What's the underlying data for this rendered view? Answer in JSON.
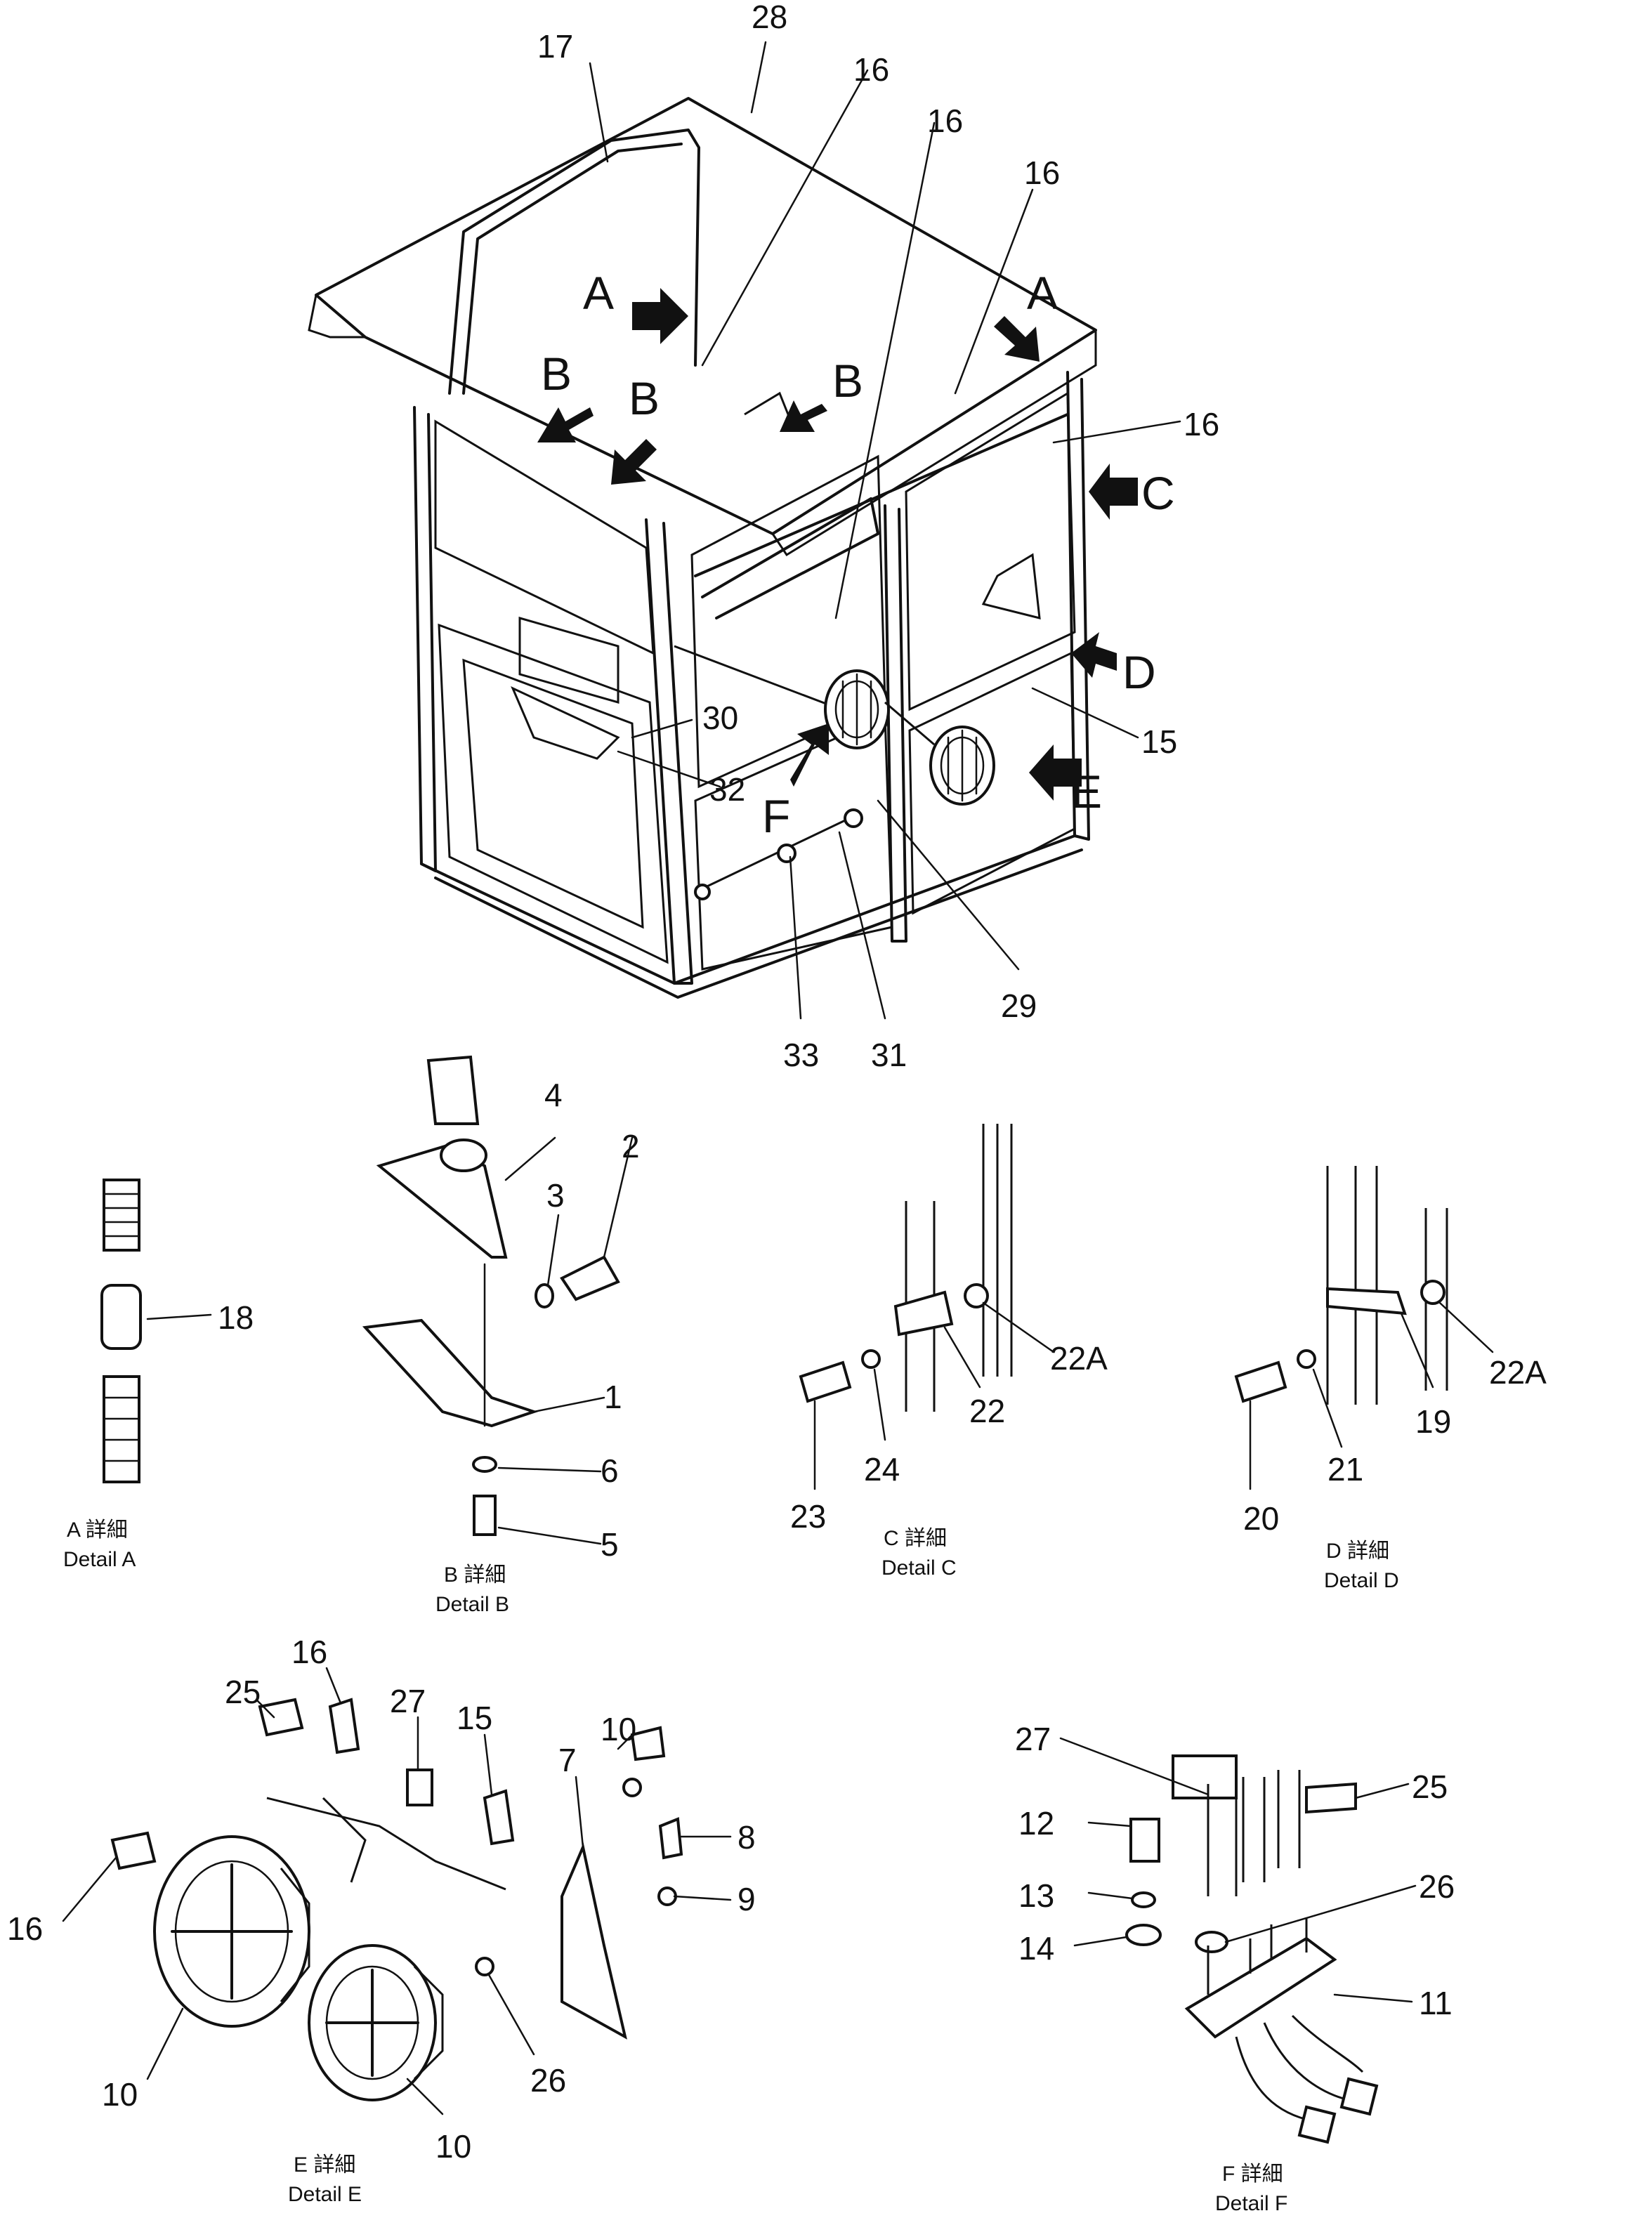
{
  "callouts": [
    {
      "id": "c28",
      "text": "28"
    },
    {
      "id": "c17",
      "text": "17"
    },
    {
      "id": "c16a",
      "text": "16"
    },
    {
      "id": "c16b",
      "text": "16"
    },
    {
      "id": "c16c",
      "text": "16"
    },
    {
      "id": "c16d",
      "text": "16"
    },
    {
      "id": "c15",
      "text": "15"
    },
    {
      "id": "c30",
      "text": "30"
    },
    {
      "id": "c32",
      "text": "32"
    },
    {
      "id": "c29",
      "text": "29"
    },
    {
      "id": "c31",
      "text": "31"
    },
    {
      "id": "c33",
      "text": "33"
    },
    {
      "id": "c4",
      "text": "4"
    },
    {
      "id": "c2",
      "text": "2"
    },
    {
      "id": "c3",
      "text": "3"
    },
    {
      "id": "c1",
      "text": "1"
    },
    {
      "id": "c6",
      "text": "6"
    },
    {
      "id": "c5",
      "text": "5"
    },
    {
      "id": "c18",
      "text": "18"
    },
    {
      "id": "c22A_c",
      "text": "22A"
    },
    {
      "id": "c22",
      "text": "22"
    },
    {
      "id": "c24",
      "text": "24"
    },
    {
      "id": "c23",
      "text": "23"
    },
    {
      "id": "c22A_d",
      "text": "22A"
    },
    {
      "id": "c19",
      "text": "19"
    },
    {
      "id": "c21",
      "text": "21"
    },
    {
      "id": "c20",
      "text": "20"
    },
    {
      "id": "c16e",
      "text": "16"
    },
    {
      "id": "c25a",
      "text": "25"
    },
    {
      "id": "c27a",
      "text": "27"
    },
    {
      "id": "c15b",
      "text": "15"
    },
    {
      "id": "c10a",
      "text": "10"
    },
    {
      "id": "c7",
      "text": "7"
    },
    {
      "id": "c8",
      "text": "8"
    },
    {
      "id": "c9",
      "text": "9"
    },
    {
      "id": "c16f",
      "text": "16"
    },
    {
      "id": "c10b",
      "text": "10"
    },
    {
      "id": "c26a",
      "text": "26"
    },
    {
      "id": "c10c",
      "text": "10"
    },
    {
      "id": "c27b",
      "text": "27"
    },
    {
      "id": "c25b",
      "text": "25"
    },
    {
      "id": "c12",
      "text": "12"
    },
    {
      "id": "c26b",
      "text": "26"
    },
    {
      "id": "c13",
      "text": "13"
    },
    {
      "id": "c14",
      "text": "14"
    },
    {
      "id": "c11",
      "text": "11"
    }
  ],
  "view_markers": [
    {
      "id": "mA1",
      "text": "A"
    },
    {
      "id": "mA2",
      "text": "A"
    },
    {
      "id": "mB1",
      "text": "B"
    },
    {
      "id": "mB2",
      "text": "B"
    },
    {
      "id": "mB3",
      "text": "B"
    },
    {
      "id": "mC",
      "text": "C"
    },
    {
      "id": "mD",
      "text": "D"
    },
    {
      "id": "mE",
      "text": "E"
    },
    {
      "id": "mF",
      "text": "F"
    }
  ],
  "detail_captions": [
    {
      "id": "A",
      "jp": "A 詳細",
      "en": "Detail A"
    },
    {
      "id": "B",
      "jp": "B 詳細",
      "en": "Detail B"
    },
    {
      "id": "C",
      "jp": "C 詳細",
      "en": "Detail C"
    },
    {
      "id": "D",
      "jp": "D 詳細",
      "en": "Detail D"
    },
    {
      "id": "E",
      "jp": "E 詳細",
      "en": "Detail E"
    },
    {
      "id": "F",
      "jp": "F 詳細",
      "en": "Detail F"
    }
  ]
}
